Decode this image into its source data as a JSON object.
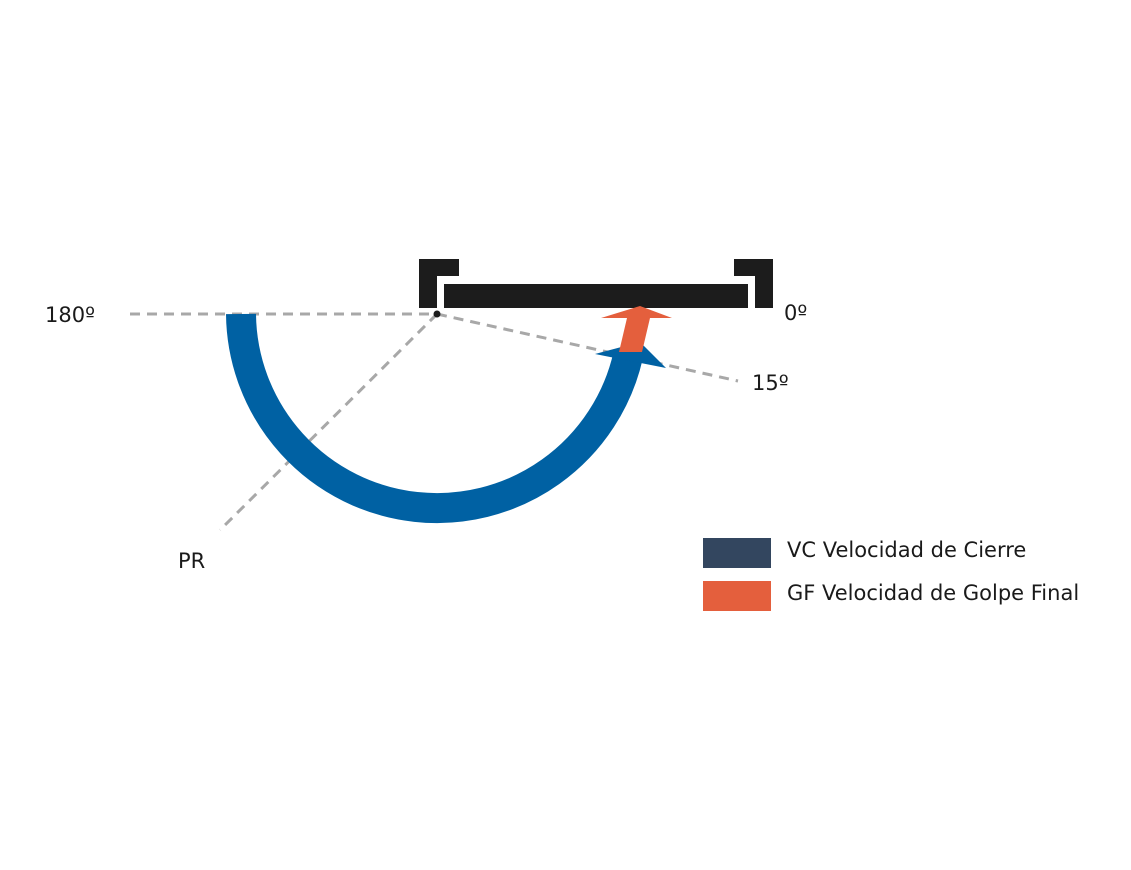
{
  "labels": {
    "angle_180": "180º",
    "angle_0": "0º",
    "angle_15": "15º",
    "pr": "PR"
  },
  "legend": [
    {
      "label": "VC Velocidad de Cierre",
      "color": "#33465f"
    },
    {
      "label": "GF Velocidad de Golpe Final",
      "color": "#e45f3d"
    }
  ],
  "colors": {
    "door": "#1c1c1c",
    "closing_arc": "#0061a3",
    "latch_arrow": "#e45f3d",
    "guide_line": "#a8a8a8"
  }
}
